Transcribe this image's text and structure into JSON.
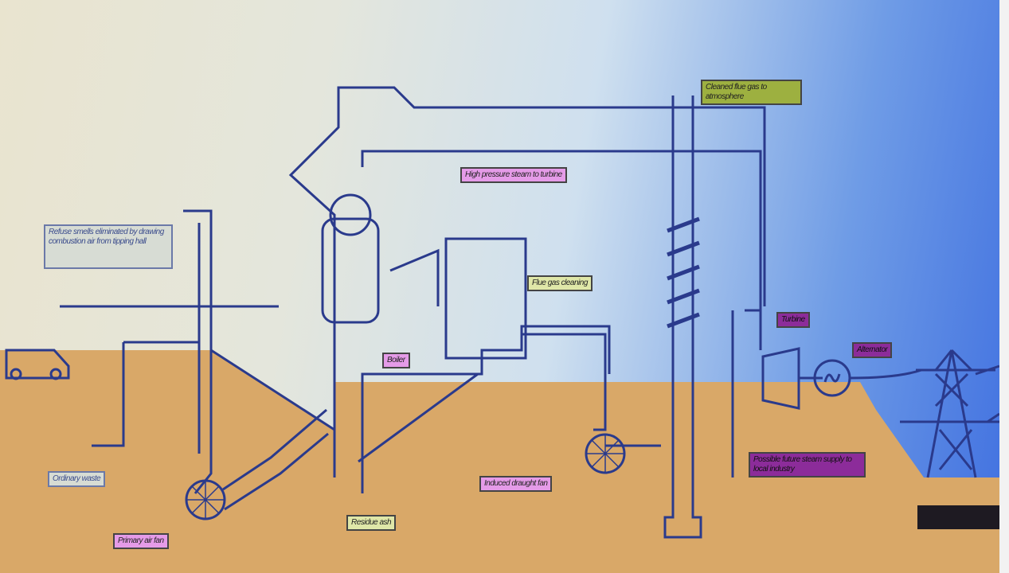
{
  "diagram": {
    "labels": {
      "refuse_smells": "Refuse smells eliminated by drawing combustion air from tipping hall",
      "ordinary_waste": "Ordinary waste",
      "primary_air_fan": "Primary air fan",
      "residue_ash": "Residue ash",
      "boiler": "Boiler",
      "induced_draught_fan": "Induced draught fan",
      "flue_gas_cleaning": "Flue gas cleaning",
      "high_pressure_steam": "High pressure steam to turbine",
      "cleaned_flue_gas": "Cleaned flue gas to atmosphere",
      "turbine": "Turbine",
      "alternator": "Alternator",
      "future_steam": "Possible future steam supply to local industry"
    },
    "colors": {
      "ground": "#d9a868",
      "line": "#2a3a8c",
      "sky": "#4a78e0"
    }
  }
}
